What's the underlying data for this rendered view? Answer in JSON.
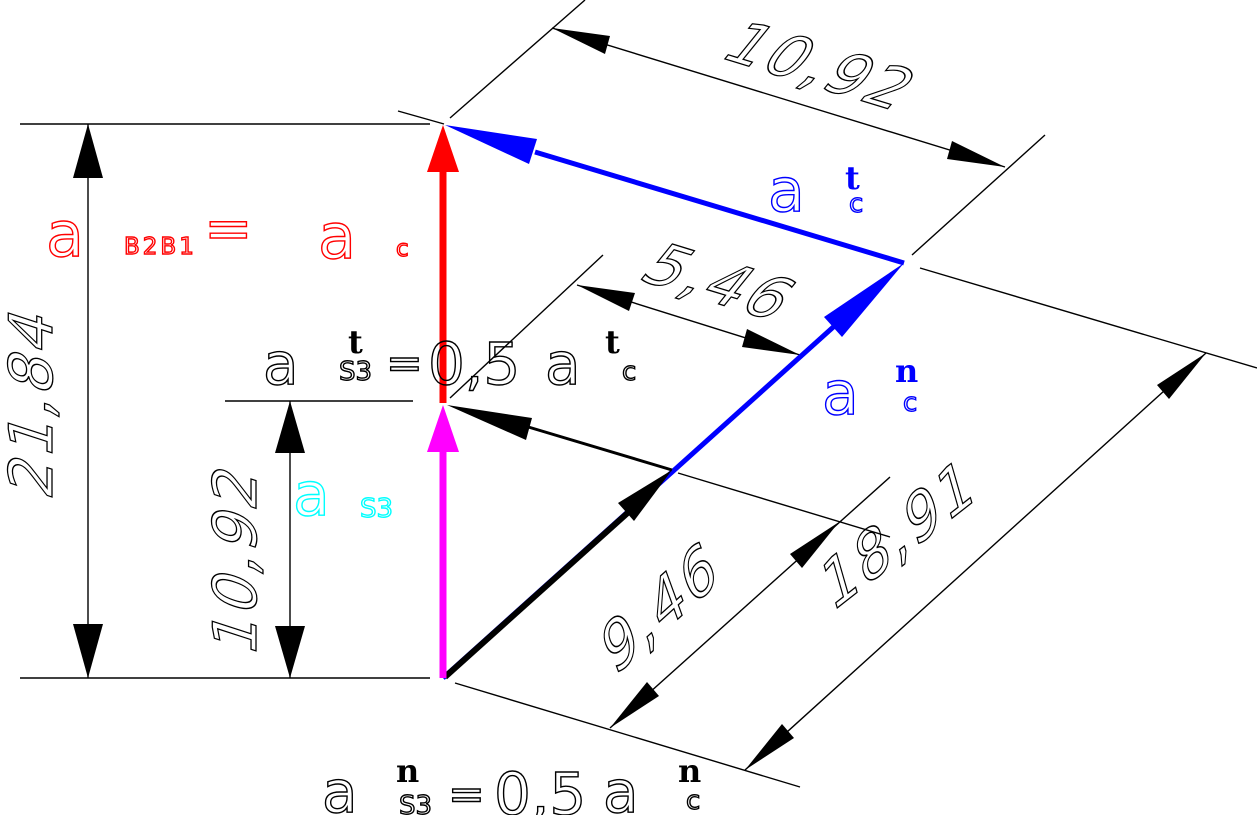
{
  "diagram": {
    "type": "acceleration-vector-polygon",
    "background": "#ffffff",
    "colors": {
      "relative_vector": "#ff0000",
      "s3_vector": "#ff00ff",
      "c_vectors": "#0000ff",
      "s3_component_vectors": "#000000",
      "s3_label": "#00ffff",
      "dimension_lines": "#000000"
    },
    "dims": {
      "total_vertical": "21,84",
      "half_vertical": "10,92",
      "tangential_full": "10,92",
      "tangential_half": "5,46",
      "normal_half": "9,46",
      "normal_full": "18,91"
    },
    "labels": {
      "relative": {
        "a": "a",
        "sub": "B2B1",
        "eq": "=",
        "a2": "a",
        "sub2": "c"
      },
      "s3t": {
        "a": "a",
        "sup": "t",
        "sub": "S3",
        "eq": "=",
        "coef": "0,5",
        "a2": "a",
        "sup2": "t",
        "sub2": "c"
      },
      "s3n": {
        "a": "a",
        "sup": "n",
        "sub": "S3",
        "eq": "=",
        "coef": "0,5",
        "a2": "a",
        "sup2": "n",
        "sub2": "c"
      },
      "s3": {
        "a": "a",
        "sub": "S3"
      },
      "ct": {
        "a": "a",
        "sup": "t",
        "sub": "c"
      },
      "cn": {
        "a": "a",
        "sup": "n",
        "sub": "c"
      }
    }
  }
}
